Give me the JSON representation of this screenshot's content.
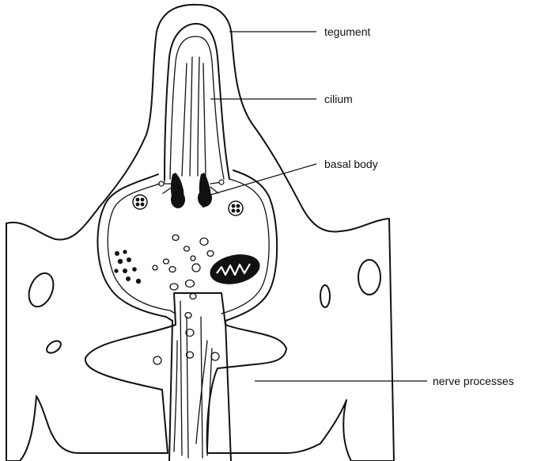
{
  "labels": {
    "tegument": "tegument",
    "cilium": "cilium",
    "basal_body": "basal body",
    "nerve_processes": "nerve processes"
  },
  "colors": {
    "ink": "#111111",
    "background": "#ffffff"
  }
}
